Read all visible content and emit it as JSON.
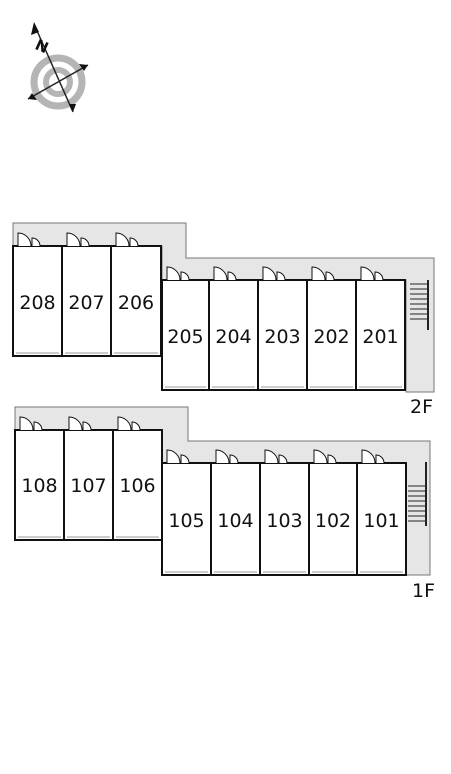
{
  "compass": {
    "north_letter": "N",
    "icon": "compass-rose-icon"
  },
  "floors": [
    {
      "label": "2F",
      "rooms": [
        {
          "number": "208"
        },
        {
          "number": "207"
        },
        {
          "number": "206"
        },
        {
          "number": "205"
        },
        {
          "number": "204"
        },
        {
          "number": "203"
        },
        {
          "number": "202"
        },
        {
          "number": "201"
        }
      ]
    },
    {
      "label": "1F",
      "rooms": [
        {
          "number": "108"
        },
        {
          "number": "107"
        },
        {
          "number": "106"
        },
        {
          "number": "105"
        },
        {
          "number": "104"
        },
        {
          "number": "103"
        },
        {
          "number": "102"
        },
        {
          "number": "101"
        }
      ]
    }
  ],
  "colors": {
    "corridor": "#e6e6e6",
    "wall": "#111111",
    "compass_gray": "#b5b5b5"
  }
}
